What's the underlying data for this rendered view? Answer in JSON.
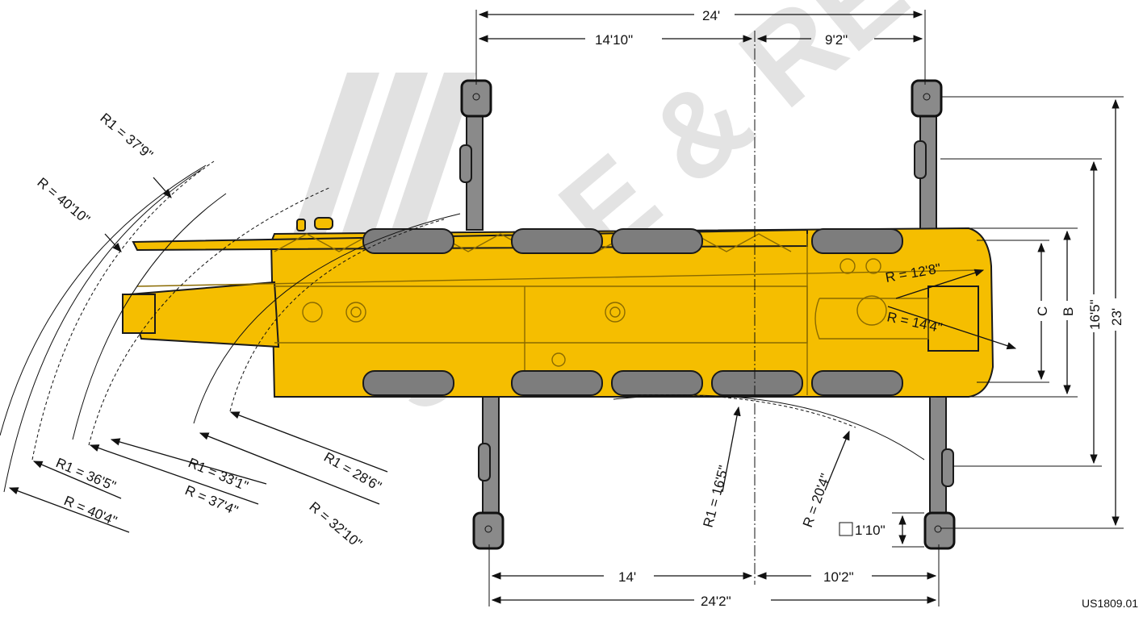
{
  "watermark": {
    "text": "SALE & RENTAL"
  },
  "dimensions": {
    "top_total": "24'",
    "top_left": "14'10\"",
    "top_right": "9'2\"",
    "bottom_left": "14'",
    "bottom_right": "10'2\"",
    "bottom_total": "24'2\"",
    "height_total": "23'",
    "height_inner": "16'5\"",
    "height_b": "B",
    "height_c": "C",
    "pad_size": "1'10\""
  },
  "radii": {
    "r1_37_9": "R1 = 37'9\"",
    "r_40_10": "R = 40'10\"",
    "r1_36_5": "R1 = 36'5\"",
    "r_40_4": "R = 40'4\"",
    "r1_33_1": "R1 = 33'1\"",
    "r_37_4": "R = 37'4\"",
    "r1_28_6": "R1 = 28'6\"",
    "r_32_10": "R = 32'10\"",
    "r1_16_5": "R1 = 16'5\"",
    "r_20_4": "R = 20'4\"",
    "r_12_8": "R = 12'8\"",
    "r_14_4": "R = 14'4\""
  },
  "drawing_id": "US1809.01",
  "colors": {
    "body": "#f5be00",
    "tire": "#7d7d7d",
    "outline": "#1a1a1a"
  }
}
